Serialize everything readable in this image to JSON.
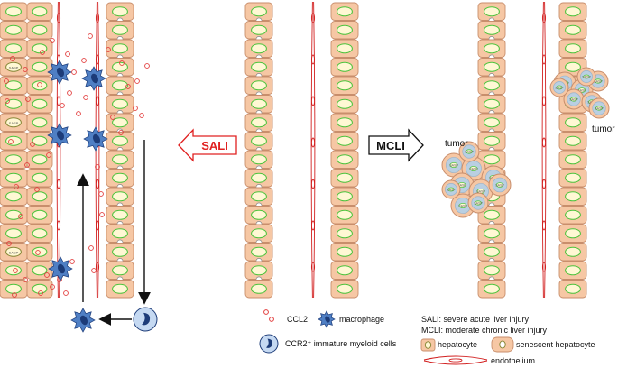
{
  "arrows": {
    "left": {
      "label": "SALI",
      "color": "#e02020"
    },
    "right": {
      "label": "MCLI",
      "color": "#111111"
    }
  },
  "tumor_labels": [
    "tumor",
    "tumor"
  ],
  "senescent_marker": "SASP",
  "legend": {
    "ccl2": "CCL2",
    "macrophage": "macrophage",
    "ccr2": "CCR2⁺ immature myeloid cells",
    "sali_def": "SALI: severe acute liver injury",
    "mcli_def": "MCLI: moderate chronic liver injury",
    "hepatocyte": "hepatocyte",
    "senescent": "senescent hepatocyte",
    "endothelium": "endothelium"
  },
  "colors": {
    "hepatocyte_fill": "#f6c7a4",
    "hepatocyte_stroke": "#c88e6c",
    "nucleus_fill": "#fff8d4",
    "nucleus_stroke": "#4ec43e",
    "endothelium": "#d22020",
    "ccl2": "#e23b3b",
    "macrophage": "#4f7fc4",
    "macrophage_dark": "#1c3b78",
    "tumor_fill": "#f6c7a4",
    "tumor_nucleus": "#b9cfe2"
  }
}
